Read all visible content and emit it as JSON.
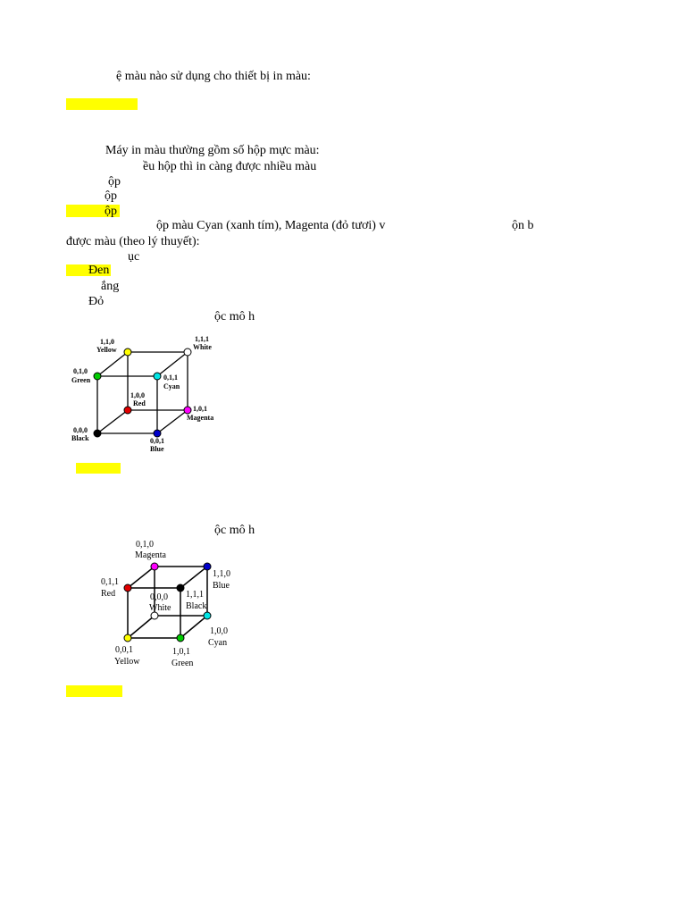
{
  "question_1": {
    "text": "ệ màu nào sử dụng cho thiết bị in màu:"
  },
  "question_2": {
    "line_1": "Máy in màu thường gồm số hộp mực màu:",
    "line_2": "ều hộp thì in càng được nhiều màu",
    "options": [
      "ộp",
      "ộp",
      "ộp"
    ]
  },
  "question_3": {
    "line_1_left": "ộp màu Cyan (xanh tím), Magenta (đỏ tươi) v",
    "line_1_right": "ộn b",
    "line_2": "được màu (theo lý thuyết):",
    "options": [
      "ục",
      "Đen",
      "ắng",
      "Đỏ"
    ]
  },
  "question_4": {
    "text": "ộc mô h"
  },
  "question_5": {
    "text": "ộc mô h"
  },
  "highlight_color": "#ffff00",
  "figure_1": {
    "labels": {
      "yellow_code": "1,1,0",
      "yellow": "Yellow",
      "white_code": "1,1,1",
      "white": "White",
      "green_code": "0,1,0",
      "green": "Green",
      "cyan_code": "0,1,1",
      "cyan": "Cyan",
      "red_code": "1,0,0",
      "red": "Red",
      "magenta_code": "1,0,1",
      "magenta": "Magenta",
      "black_code": "0,0,0",
      "black": "Black",
      "blue_code": "0,0,1",
      "blue": "Blue"
    },
    "colors": {
      "yellow": "#ffff00",
      "white": "#ffffff",
      "green": "#00cc00",
      "cyan": "#00e5e5",
      "red": "#e00000",
      "magenta": "#ff00ff",
      "black": "#000000",
      "blue": "#0000cc"
    }
  },
  "figure_2": {
    "labels": {
      "magenta_code": "0,1,0",
      "magenta": "Magenta",
      "blue_code": "1,1,0",
      "blue": "Blue",
      "red_code": "0,1,1",
      "red": "Red",
      "white_code": "0,0,0",
      "white": "White",
      "black_code": "1,1,1",
      "black": "Black",
      "cyan_code": "1,0,0",
      "cyan": "Cyan",
      "yellow_code": "0,0,1",
      "yellow": "Yellow",
      "green_code": "1,0,1",
      "green": "Green"
    }
  }
}
